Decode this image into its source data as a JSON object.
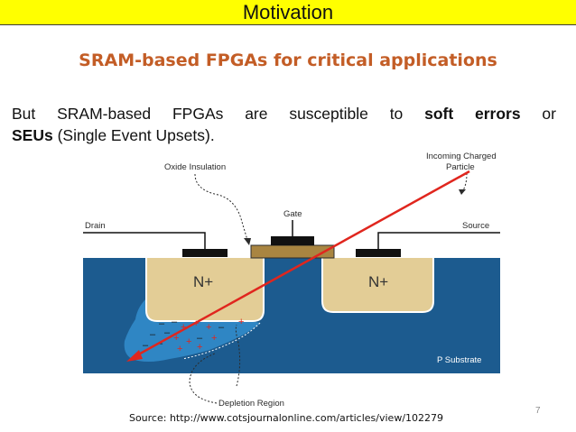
{
  "header": {
    "title": "Motivation"
  },
  "subtitle": "SRAM-based FPGAs for critical applications",
  "body": {
    "line1_prefix": "But SRAM-based FPGAs are susceptible to ",
    "line1_bold": "soft errors",
    "line1_suffix": " or",
    "line2_bold": "SEUs",
    "line2_suffix": " (Single Event Upsets)."
  },
  "diagram": {
    "oxide_label": "Oxide Insulation",
    "gate_label": "Gate",
    "drain_label": "Drain",
    "source_label": "Source",
    "particle_label_line1": "Incoming Charged",
    "particle_label_line2": "Particle",
    "n_left_label": "N+",
    "n_right_label": "N+",
    "substrate_label": "P Substrate",
    "depletion_label": "Depletion Region",
    "colors": {
      "substrate": "#1c5b8f",
      "n_region": "#e3cd96",
      "depletion": "#2f86c4",
      "gate_oxide": "#a98541",
      "arrow": "#e0261e"
    }
  },
  "footer": {
    "source_citation": "Source: http://www.cotsjournalonline.com/articles/view/102279",
    "page_number": "7"
  }
}
